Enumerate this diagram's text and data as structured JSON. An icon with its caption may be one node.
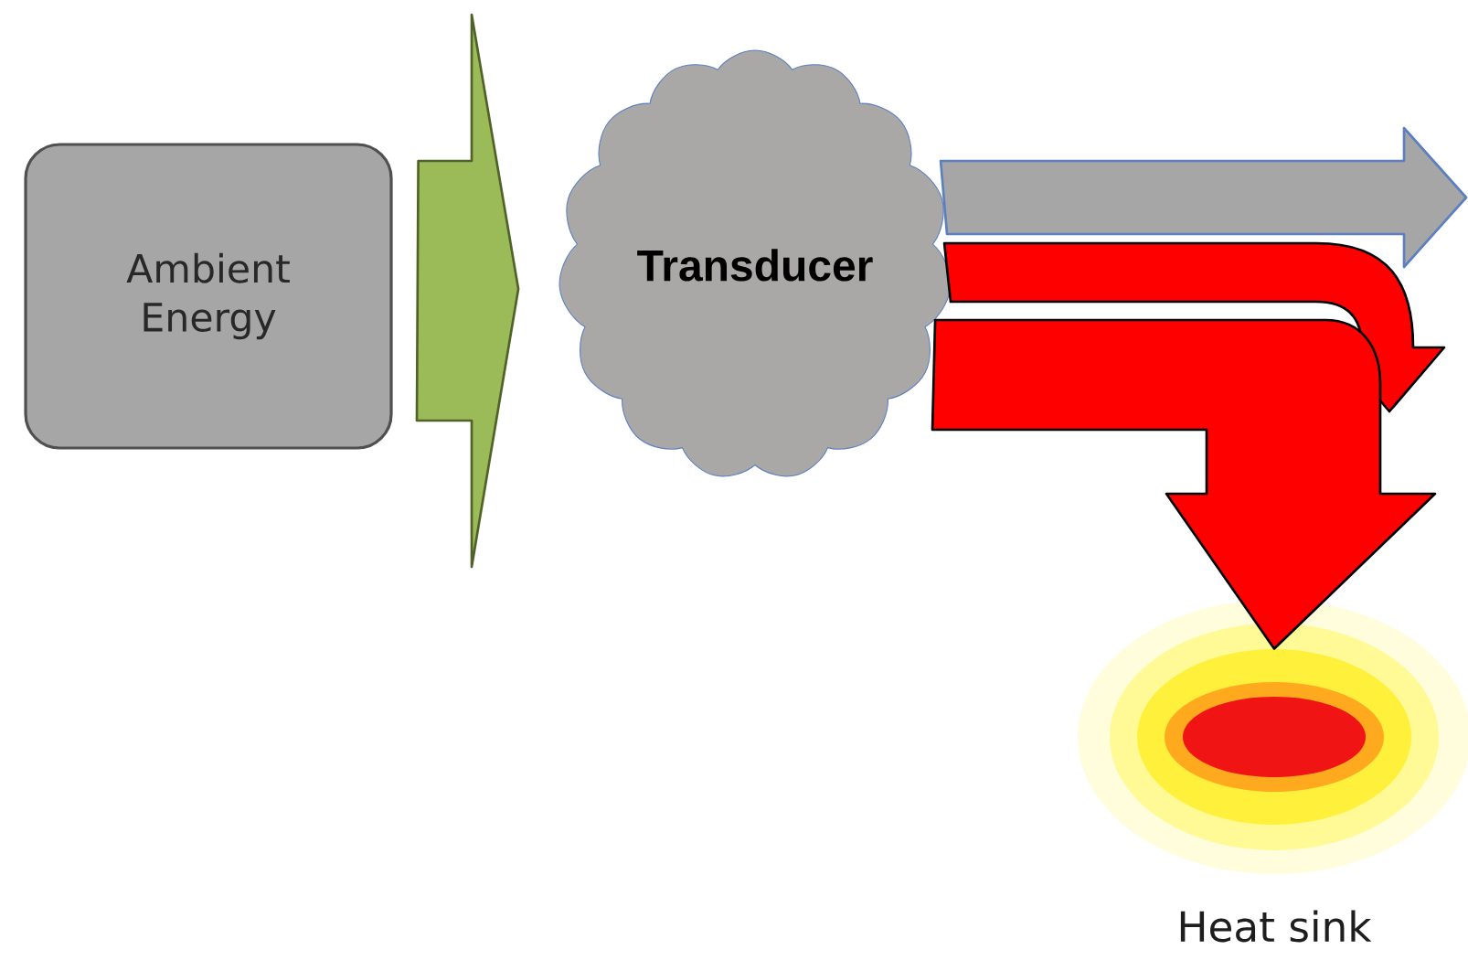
{
  "diagram": {
    "nodes": [
      {
        "text": [
          "Ambient Energy"
        ]
      },
      {
        "text": [
          "Transducer"
        ]
      },
      {
        "text": [],
        "shape": "cloud",
        "beside": [
          "Heat sink"
        ]
      }
    ],
    "edges": [
      {
        "from": 0,
        "to": 1,
        "arrow": "to",
        "color": "#9bbb59"
      },
      {
        "from": 1,
        "to": null,
        "arrow": "to",
        "color": "#a6a6a6"
      },
      {
        "from": 1,
        "to": null,
        "arrow": "to",
        "color": "#ff0000"
      },
      {
        "from": 1,
        "to": 2,
        "arrow": "to",
        "color": "#ff0000"
      }
    ]
  }
}
